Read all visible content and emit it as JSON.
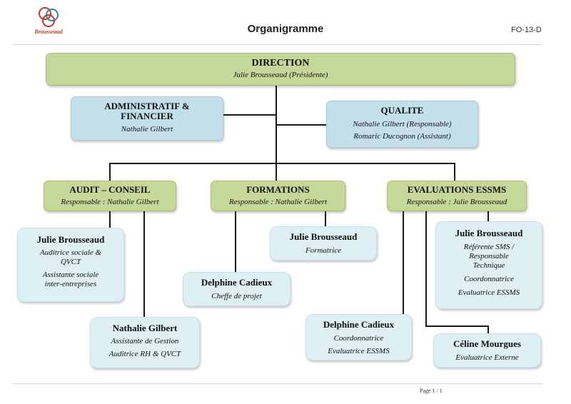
{
  "header": {
    "logo_text": "Brousseaud",
    "title": "Organigramme",
    "ref": "FO-13-D"
  },
  "org": {
    "direction": {
      "title": "DIRECTION",
      "subtitle": "Julie Brousseaud (Présidente)"
    },
    "admin": {
      "title_line1": "ADMINISTRATIF &",
      "title_line2": "FINANCIER",
      "subtitle": "Nathalie Gilbert"
    },
    "qualite": {
      "title": "QUALITE",
      "line1": "Nathalie Gilbert (Responsable)",
      "line2": "Romaric Ducognon (Assistant)"
    },
    "audit": {
      "title": "AUDIT – CONSEIL",
      "subtitle": "Responsable : Nathalie Gilbert",
      "member1": {
        "name": "Julie Brousseaud",
        "role1_line1": "Auditrice sociale &",
        "role1_line2": "QVCT",
        "role2_line1": "Assistante sociale",
        "role2_line2": "inter-entreprises"
      },
      "member2": {
        "name": "Nathalie Gilbert",
        "role1": "Assistante de Gestion",
        "role2": "Auditrice RH & QVCT"
      }
    },
    "formations": {
      "title": "FORMATIONS",
      "subtitle": "Responsable : Nathalie Gilbert",
      "member1": {
        "name": "Julie Brousseaud",
        "role": "Formatrice"
      },
      "member2": {
        "name": "Delphine Cadieux",
        "role": "Cheffe de projet"
      }
    },
    "essms": {
      "title": "EVALUATIONS ESSMS",
      "subtitle": "Responsable : Julie Brousseaud",
      "member1": {
        "name": "Julie Brousseaud",
        "role1_line1": "Référente SMS /",
        "role1_line2": "Responsable",
        "role1_line3": "Technique",
        "role2": "Coordonnatrice",
        "role3": "Evaluatrice ESSMS"
      },
      "member2": {
        "name": "Delphine Cadieux",
        "role1": "Coordonnatrice",
        "role2": "Evaluatrice ESSMS"
      },
      "member3": {
        "name": "Céline Mourgues",
        "role": "Evaluatrice Externe"
      }
    }
  },
  "footer": {
    "page": "Page 1 / 1"
  },
  "colors": {
    "green": "#c5d89a",
    "blue": "#c3e0ea",
    "light_blue": "#deeff5",
    "line": "#1a1a1a"
  }
}
